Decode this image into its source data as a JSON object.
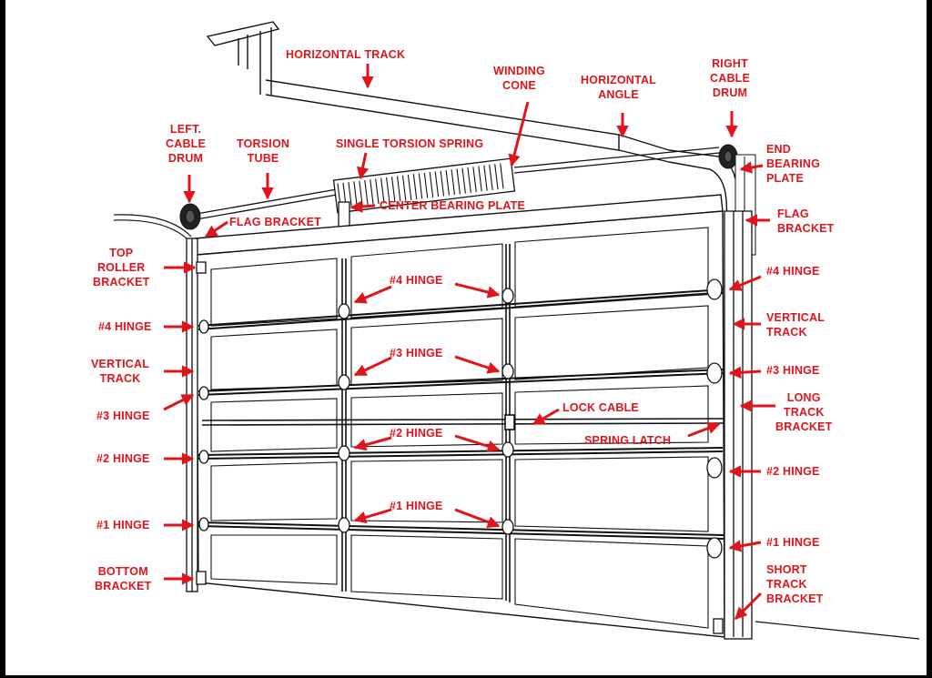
{
  "diagram": {
    "colors": {
      "label": "#e0141a",
      "line": "#111111",
      "background": "#ffffff"
    },
    "labels": {
      "horizontal_track": "HORIZONTAL TRACK",
      "winding_cone": "WINDING\nCONE",
      "horizontal_angle": "HORIZONTAL\nANGLE",
      "right_cable_drum": "RIGHT\nCABLE\nDRUM",
      "left_cable_drum": "LEFT.\nCABLE\nDRUM",
      "torsion_tube": "TORSION\nTUBE",
      "single_torsion_spring": "SINGLE TORSION SPRING",
      "end_bearing_plate": "END\nBEARING\nPLATE",
      "center_bearing_plate": "CENTER BEARING PLATE",
      "flag_bracket_left": "FLAG BRACKET",
      "flag_bracket_right": "FLAG\nBRACKET",
      "top_roller_bracket": "TOP\nROLLER\nBRACKET",
      "hinge4_left": "#4 HINGE",
      "hinge4_center": "#4 HINGE",
      "hinge4_right": "#4 HINGE",
      "vertical_track_left": "VERTICAL\nTRACK",
      "vertical_track_right": "VERTICAL\nTRACK",
      "hinge3_left": "#3 HINGE",
      "hinge3_center": "#3 HINGE",
      "hinge3_right": "#3 HINGE",
      "lock_cable": "LOCK CABLE",
      "long_track_bracket": "LONG\nTRACK\nBRACKET",
      "spring_latch": "SPRING LATCH",
      "hinge2_left": "#2 HINGE",
      "hinge2_center": "#2 HINGE",
      "hinge2_right": "#2 HINGE",
      "hinge1_left": "#1 HINGE",
      "hinge1_center": "#1 HINGE",
      "hinge1_right": "#1 HINGE",
      "bottom_bracket": "BOTTOM\nBRACKET",
      "short_track_bracket": "SHORT\nTRACK\nBRACKET"
    }
  }
}
